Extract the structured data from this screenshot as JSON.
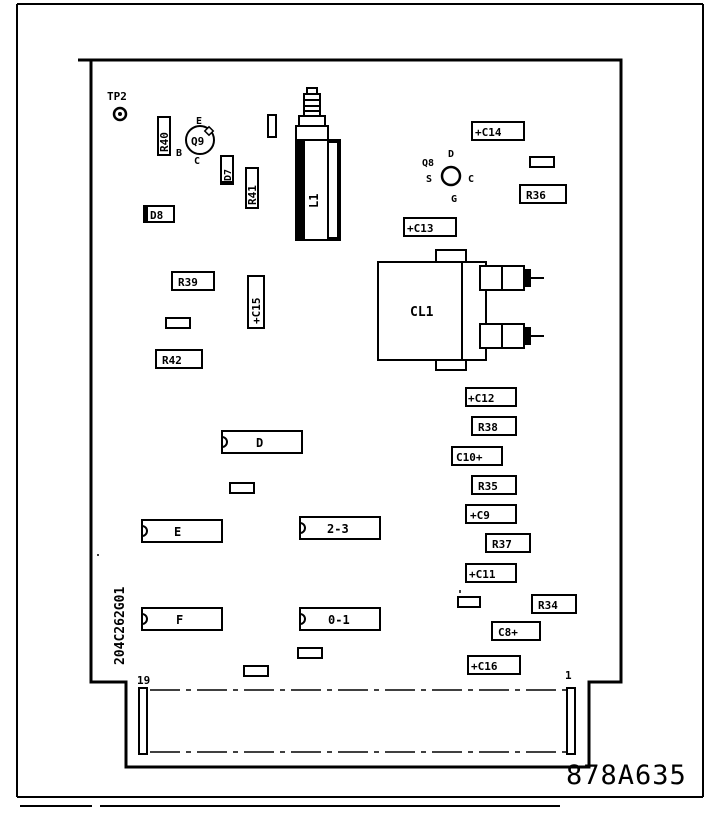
{
  "drawing_number": "878A635",
  "board": {
    "part_number": "204C262G01",
    "test_point": "TP2",
    "connector_pins": {
      "left": "19",
      "right": "1"
    }
  },
  "components": {
    "q9": {
      "label": "Q9",
      "e": "E",
      "b": "B",
      "c": "C"
    },
    "q8": {
      "label": "Q8",
      "d": "D",
      "s": "S",
      "c": "C",
      "g": "G"
    },
    "inductor": "L1",
    "relay": "CL1",
    "resistors": {
      "r34": "R34",
      "r35": "R35",
      "r36": "R36",
      "r37": "R37",
      "r38": "R38",
      "r39": "R39",
      "r40": "R40",
      "r41": "R41",
      "r42": "R42"
    },
    "capacitors": {
      "c8": "C8+",
      "c9": "+C9",
      "c10": "C10+",
      "c11": "+C11",
      "c12": "+C12",
      "c13": "+C13",
      "c14": "+C14",
      "c15": "+C15",
      "c16": "+C16"
    },
    "diodes": {
      "d7": "D7",
      "d8": "D8"
    },
    "ics": {
      "d": "D",
      "e": "E",
      "f": "F",
      "two_three": "2-3",
      "zero_one": "0-1"
    }
  }
}
